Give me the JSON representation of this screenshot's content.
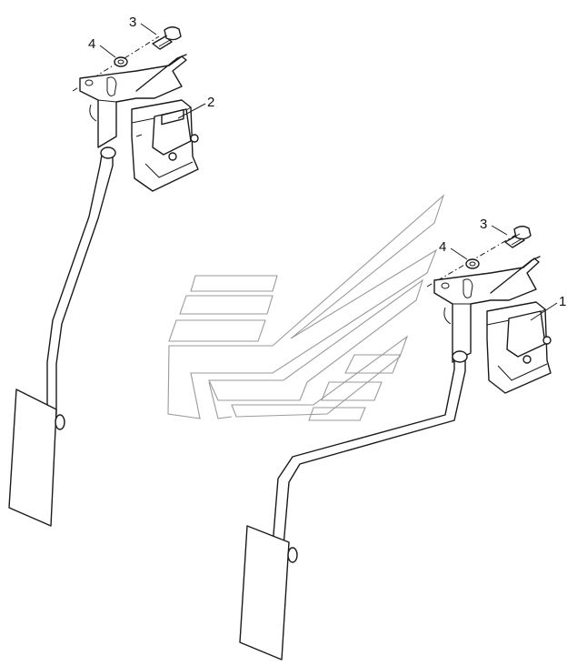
{
  "callouts": {
    "left_bolt": "3",
    "left_washer": "4",
    "left_sensor": "2",
    "right_bolt": "3",
    "right_washer": "4",
    "right_sensor": "1"
  }
}
